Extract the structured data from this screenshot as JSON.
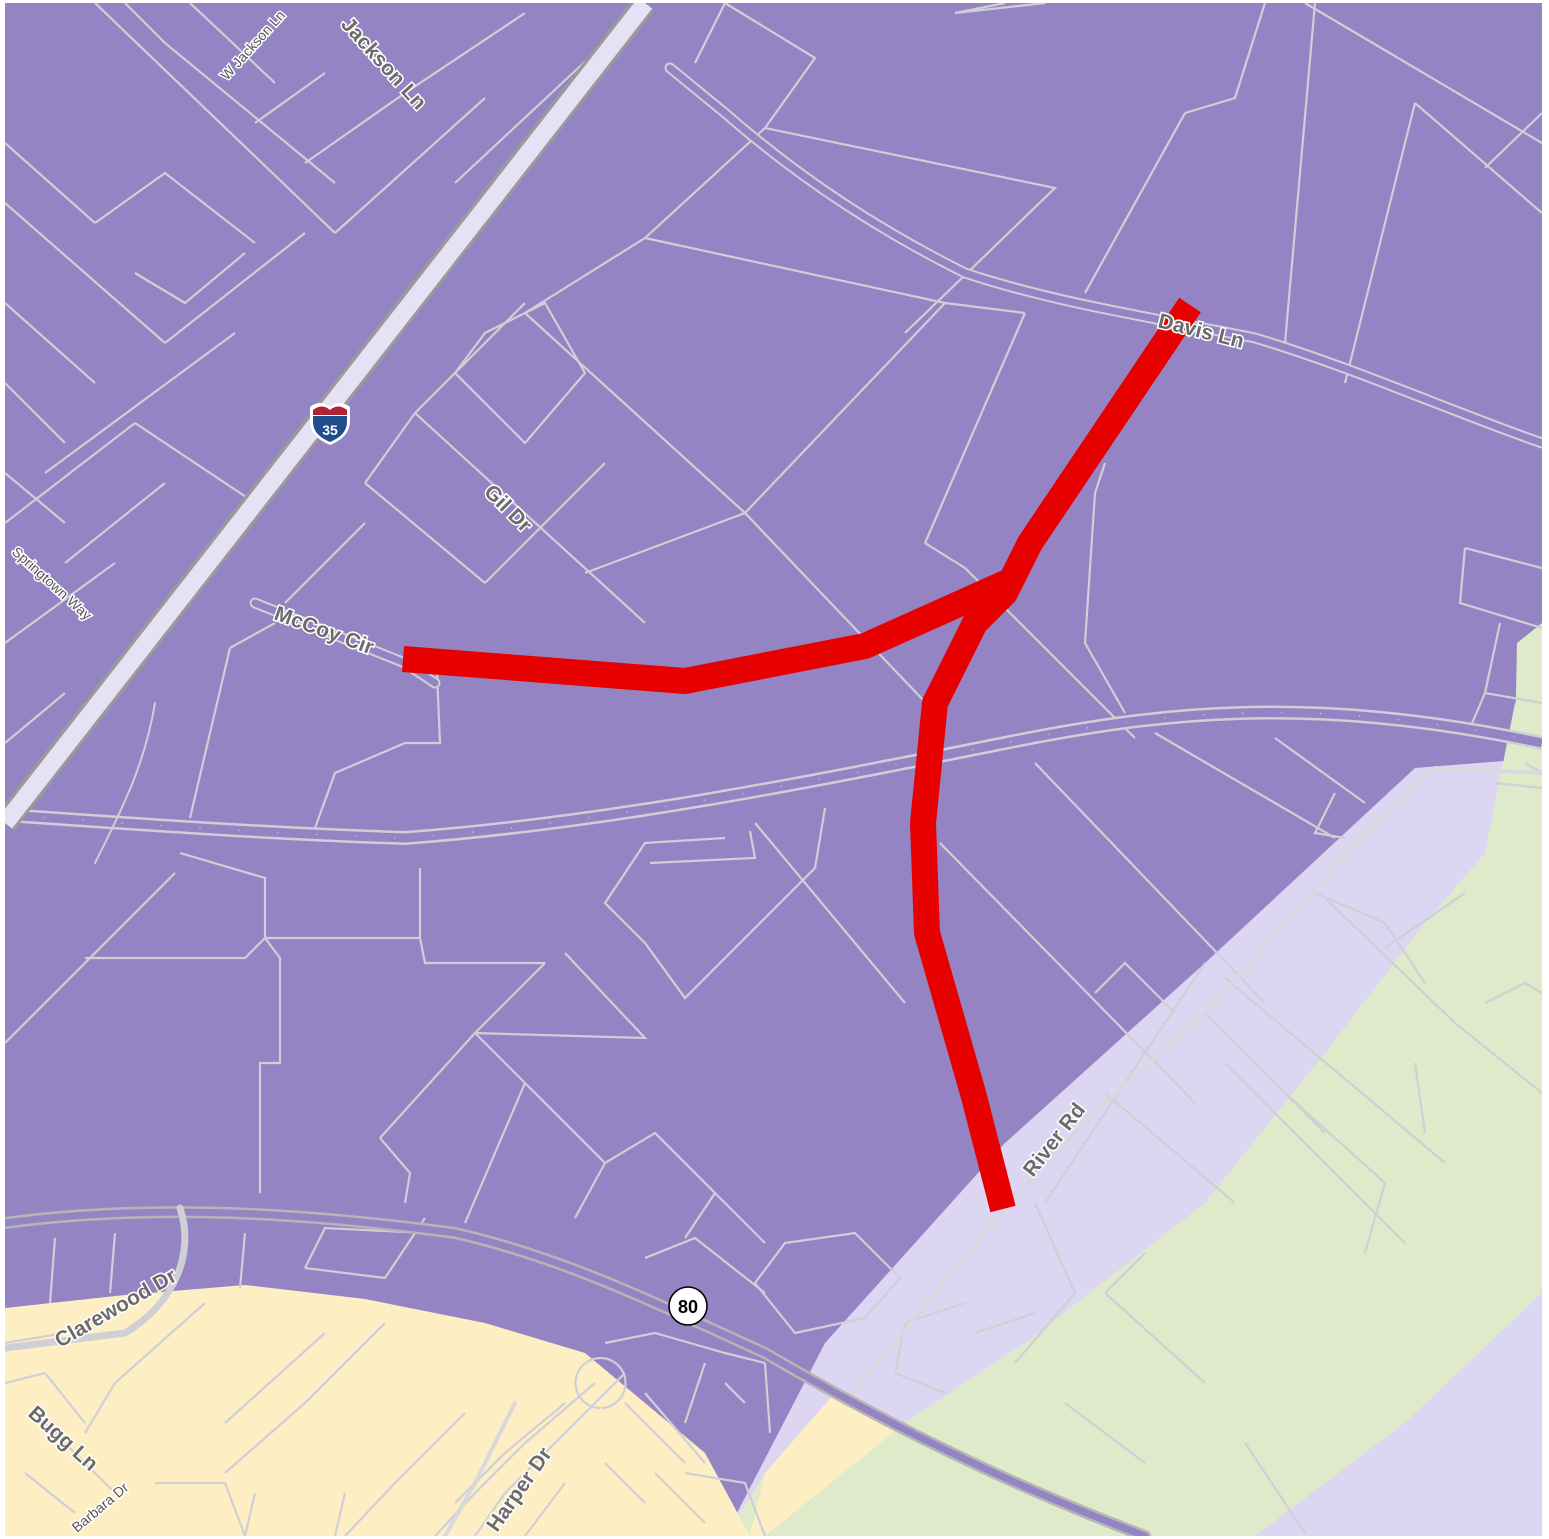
{
  "colors": {
    "zone_purple": "#9584c4",
    "zone_lavender": "#dcd6f2",
    "zone_green": "#deeaca",
    "zone_yellow": "#fdefc3",
    "parcel_line": "#cfcfd6",
    "route_red": "#e60000",
    "road_gray": "#9a9a9a"
  },
  "labels": {
    "jackson_ln": "Jackson Ln",
    "w_jackson_ln": "W Jackson Ln",
    "springtown_way": "Springtown Way",
    "gil_dr": "Gil Dr",
    "mccoy_cir": "McCoy Cir",
    "davis_ln": "Davis Ln",
    "river_rd": "River Rd",
    "clarewood_dr": "Clarewood Dr",
    "bugg_ln": "Bugg Ln",
    "barbara_dr": "Barbara Dr",
    "harper_dr": "Harper Dr"
  },
  "shields": {
    "interstate": {
      "number": "35",
      "icon": "interstate-shield-icon"
    },
    "state_route": {
      "number": "80",
      "icon": "state-route-shield-icon"
    }
  }
}
